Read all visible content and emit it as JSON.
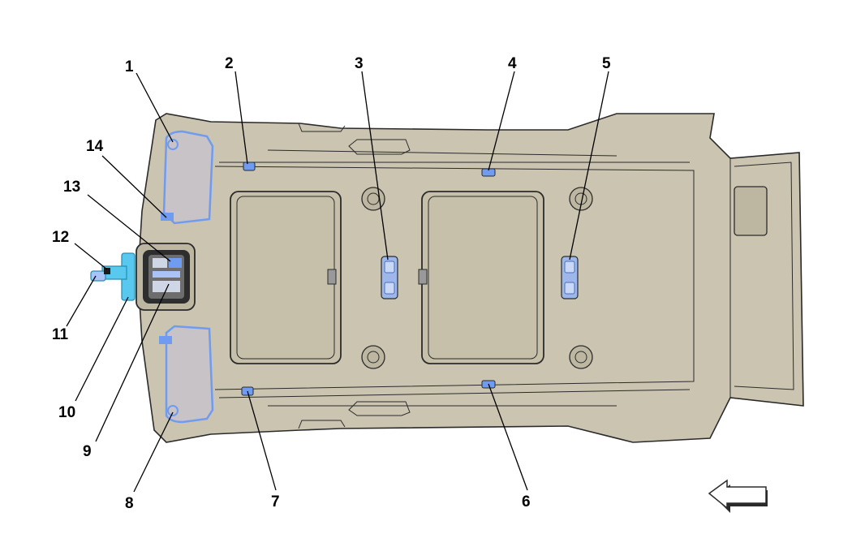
{
  "diagram": {
    "callouts": [
      "1",
      "2",
      "3",
      "4",
      "5",
      "6",
      "7",
      "8",
      "9",
      "10",
      "11",
      "12",
      "13",
      "14"
    ],
    "colors": {
      "headliner": "#cac4b0",
      "headliner_dark": "#b9b39f",
      "part_highlight": "#6f9bf0",
      "part_highlight_light": "#a9c3f7",
      "connector": "#59c8ee",
      "outline": "#2b2b2b"
    },
    "icons": [
      "arrow-left-icon"
    ]
  }
}
